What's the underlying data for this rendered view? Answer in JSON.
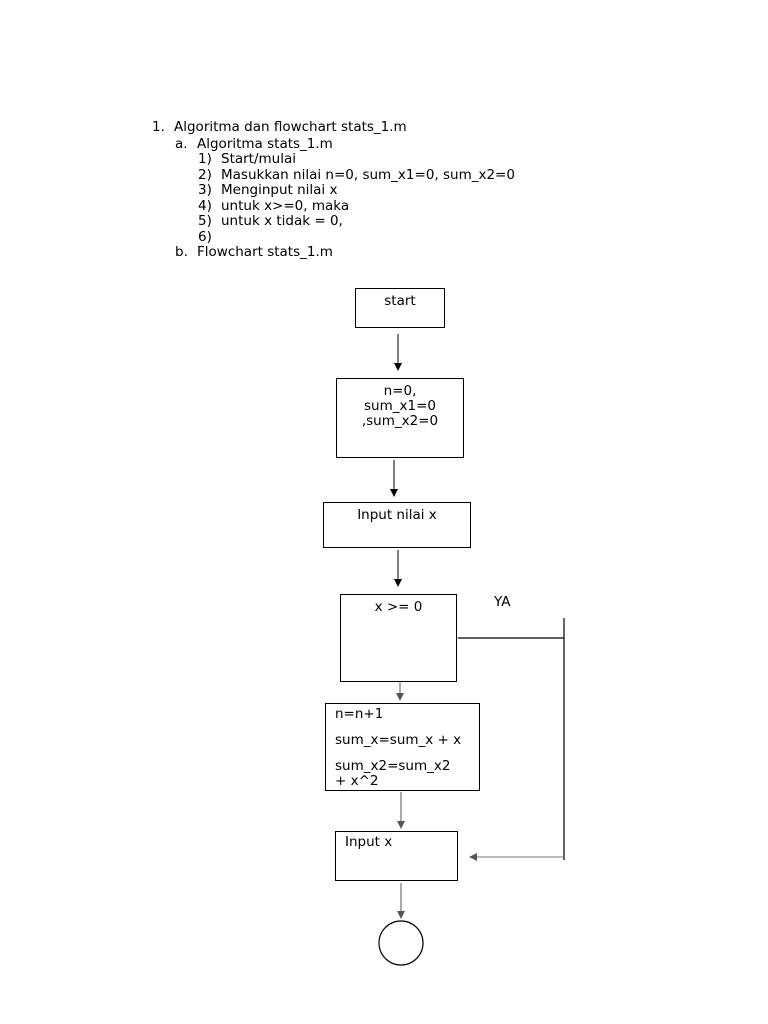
{
  "outline": {
    "item1": {
      "number": "1.",
      "text": "Algoritma dan flowchart stats_1.m"
    },
    "item1a": {
      "letter": "a.",
      "text": "Algoritma stats_1.m"
    },
    "steps": [
      {
        "number": "1)",
        "text": "Start/mulai"
      },
      {
        "number": "2)",
        "text": "Masukkan nilai n=0, sum_x1=0, sum_x2=0"
      },
      {
        "number": "3)",
        "text": "Menginput nilai x"
      },
      {
        "number": "4)",
        "text": "untuk x>=0, maka"
      },
      {
        "number": "5)",
        "text": "untuk x tidak = 0,"
      },
      {
        "number": "6)",
        "text": ""
      }
    ],
    "item1b": {
      "letter": "b.",
      "text": "Flowchart stats_1.m"
    }
  },
  "flowchart": {
    "start": "start",
    "init": {
      "line1": "n=0,",
      "line2": "sum_x1=0",
      "line3": ",sum_x2=0"
    },
    "input_nilai": "Input nilai x",
    "condition": "x >= 0",
    "yes_label": "YA",
    "process": {
      "line1": "n=n+1",
      "line2": "sum_x=sum_x + x",
      "line3": "sum_x2=sum_x2",
      "line4": "+ x^2"
    },
    "input_x": "Input x"
  }
}
